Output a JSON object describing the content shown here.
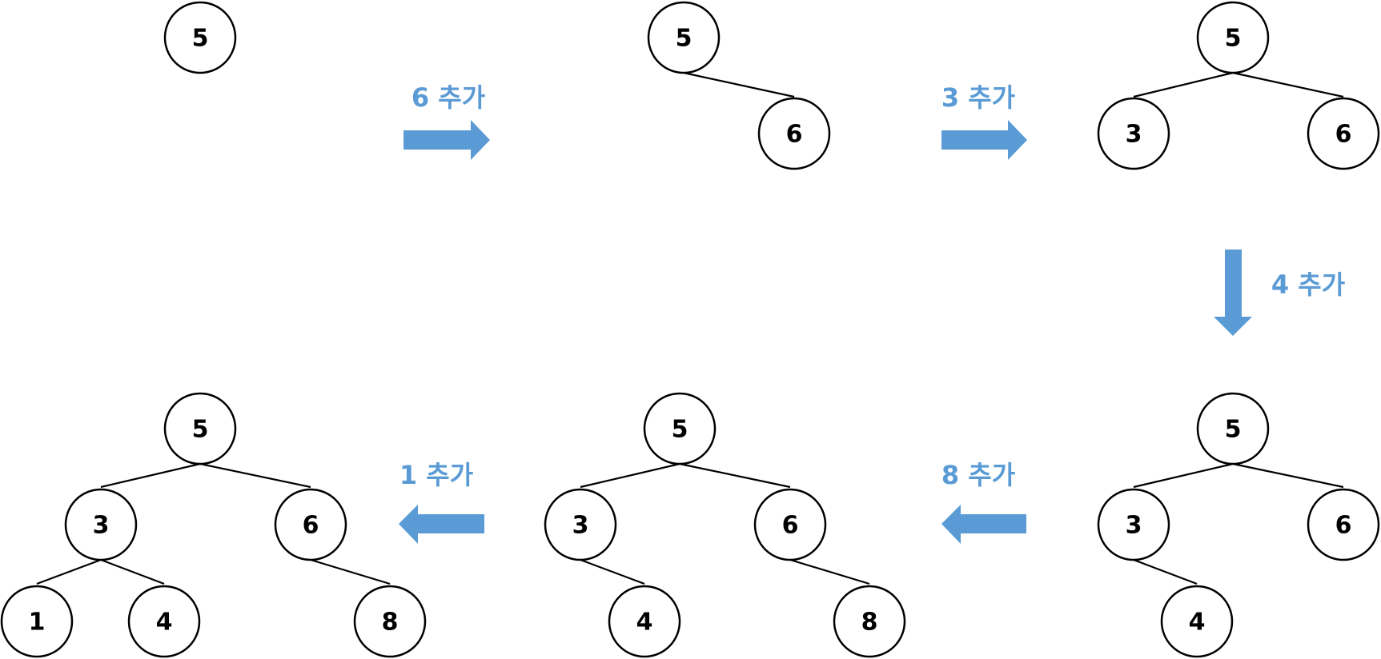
{
  "colors": {
    "arrow": "#5b9bd5",
    "label": "#5b9bd5",
    "node_stroke": "#000000",
    "node_fill": "#ffffff"
  },
  "trees": [
    {
      "name": "tree-1",
      "nodes": [
        "5"
      ]
    },
    {
      "name": "tree-2",
      "nodes": [
        "5",
        "6"
      ]
    },
    {
      "name": "tree-3",
      "nodes": [
        "5",
        "3",
        "6"
      ]
    },
    {
      "name": "tree-4",
      "nodes": [
        "5",
        "3",
        "6",
        "4"
      ]
    },
    {
      "name": "tree-5",
      "nodes": [
        "5",
        "3",
        "6",
        "4",
        "8"
      ]
    },
    {
      "name": "tree-6",
      "nodes": [
        "5",
        "3",
        "6",
        "1",
        "4",
        "8"
      ]
    }
  ],
  "steps": [
    {
      "label": "6 추가",
      "direction": "right"
    },
    {
      "label": "3 추가",
      "direction": "right"
    },
    {
      "label": "4 추가",
      "direction": "down"
    },
    {
      "label": "8 추가",
      "direction": "left"
    },
    {
      "label": "1 추가",
      "direction": "left"
    }
  ]
}
